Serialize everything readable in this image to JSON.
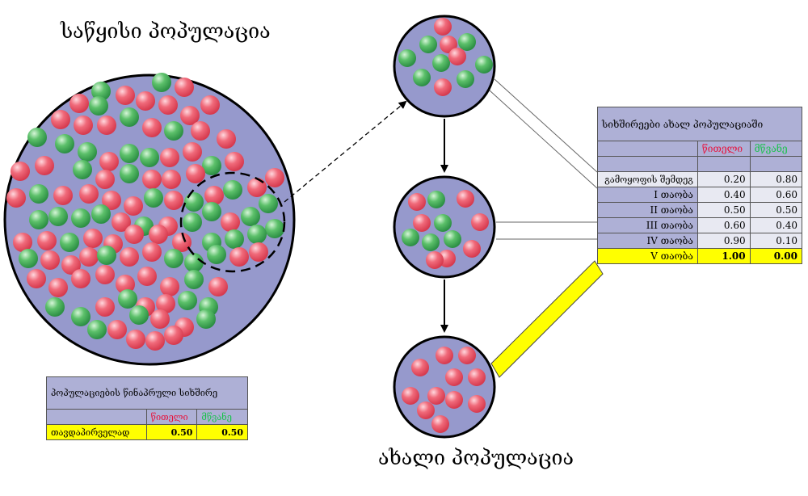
{
  "labels": {
    "initial_population": "საწყისი პოპულაცია",
    "new_population": "ახალი პოპულაცია"
  },
  "colors": {
    "circle_fill": "#9699cc",
    "red_ball": "#ee5566",
    "green_ball": "#33aa55",
    "highlight": "#ffff00"
  },
  "freq_table": {
    "title": "სიხშირეები ახალ პოპულაციაში",
    "col_red": "წითელი",
    "col_green": "მწვანე",
    "rows": [
      {
        "label": "გამოყოფის შემდეგ",
        "red": "0.20",
        "green": "0.80"
      },
      {
        "label": "I თაობა",
        "red": "0.40",
        "green": "0.60"
      },
      {
        "label": "II თაობა",
        "red": "0.50",
        "green": "0.50"
      },
      {
        "label": "III თაობა",
        "red": "0.60",
        "green": "0.40"
      },
      {
        "label": "IV თაობა",
        "red": "0.90",
        "green": "0.10"
      },
      {
        "label": "V თაობა",
        "red": "1.00",
        "green": "0.00"
      }
    ]
  },
  "init_table": {
    "title": "პოპულაციების წინაპრული სიხშირე",
    "col_red": "წითელი",
    "col_green": "მწვანე",
    "row_label": "თავდაპირველად",
    "red": "0.50",
    "green": "0.50"
  }
}
